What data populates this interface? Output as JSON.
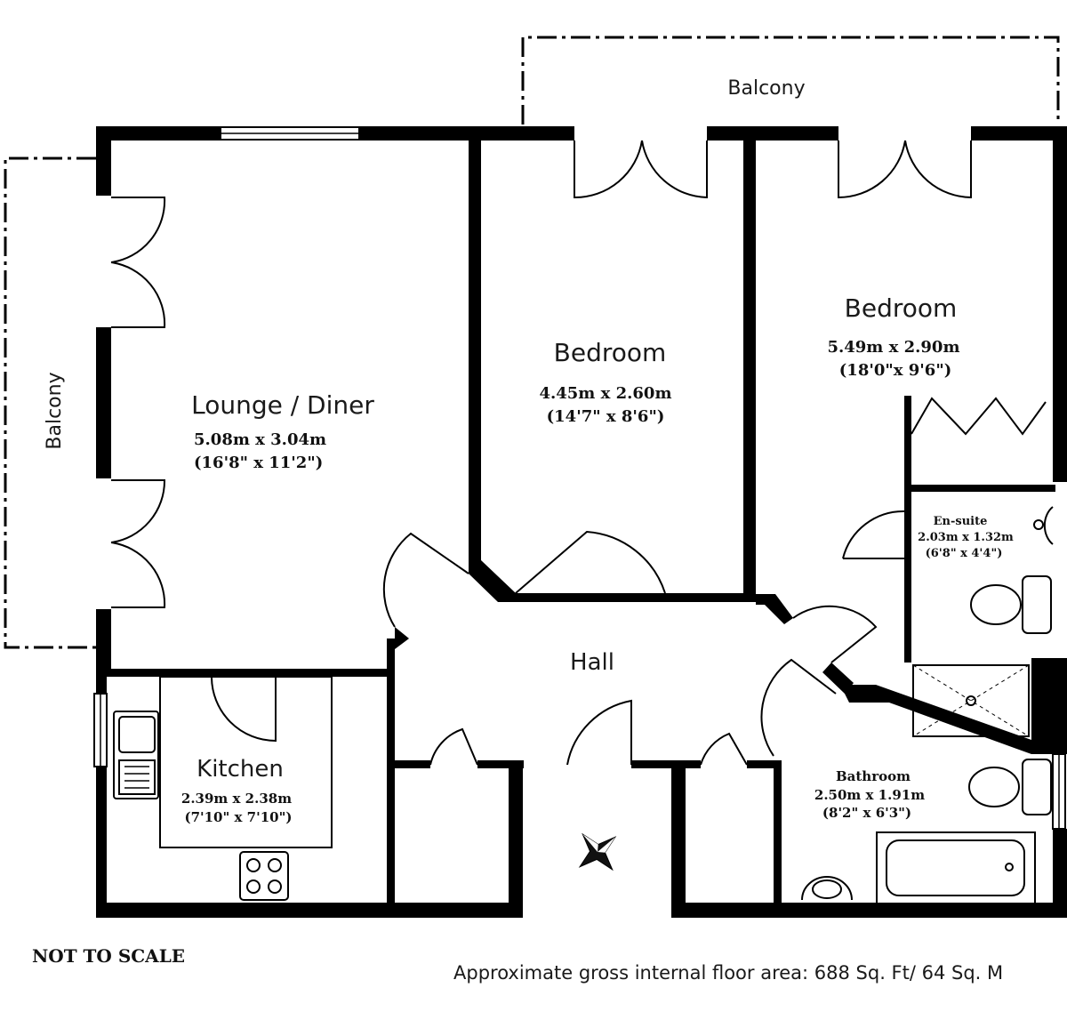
{
  "rooms": {
    "balcony_top": {
      "name": "Balcony"
    },
    "balcony_left": {
      "name": "Balcony"
    },
    "lounge": {
      "name": "Lounge / Diner",
      "metric": "5.08m x 3.04m",
      "imperial": "(16'8\" x 11'2\")"
    },
    "bedroom1": {
      "name": "Bedroom",
      "metric": "4.45m x 2.60m",
      "imperial": "(14'7\" x 8'6\")"
    },
    "bedroom2": {
      "name": "Bedroom",
      "metric": "5.49m x 2.90m",
      "imperial": "(18'0\"x 9'6\")"
    },
    "ensuite": {
      "name": "En-suite",
      "metric": "2.03m x 1.32m",
      "imperial": "(6'8\" x 4'4\")"
    },
    "hall": {
      "name": "Hall"
    },
    "kitchen": {
      "name": "Kitchen",
      "metric": "2.39m x 2.38m",
      "imperial": "(7'10\" x 7'10\")"
    },
    "bathroom": {
      "name": "Bathroom",
      "metric": "2.50m x 1.91m",
      "imperial": "(8'2\" x 6'3\")"
    }
  },
  "footer": {
    "scale_note": "NOT TO SCALE",
    "area": "Approximate gross internal floor area: 688 Sq. Ft/ 64 Sq. M"
  },
  "compass": {
    "icon": "compass-rose-icon"
  }
}
